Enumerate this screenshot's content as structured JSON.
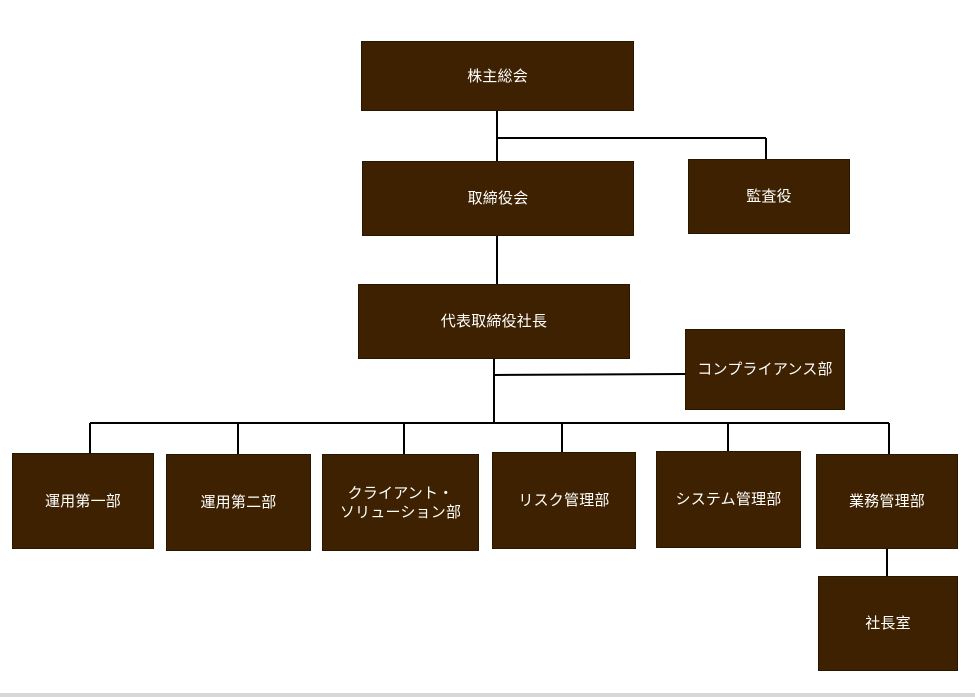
{
  "chart": {
    "nodes": [
      {
        "id": "shareholders",
        "label": "株主総会"
      },
      {
        "id": "board",
        "label": "取締役会"
      },
      {
        "id": "auditor",
        "label": "監査役"
      },
      {
        "id": "president",
        "label": "代表取締役社長"
      },
      {
        "id": "compliance",
        "label": "コンプライアンス部"
      },
      {
        "id": "ops1",
        "label": "運用第一部"
      },
      {
        "id": "ops2",
        "label": "運用第二部"
      },
      {
        "id": "client",
        "label_line1": "クライアント・",
        "label_line2": "ソリューション部"
      },
      {
        "id": "risk",
        "label": "リスク管理部"
      },
      {
        "id": "system",
        "label": "システム管理部"
      },
      {
        "id": "business",
        "label": "業務管理部"
      },
      {
        "id": "presoffice",
        "label": "社長室"
      }
    ]
  },
  "style": {
    "node_color": "#3d2100",
    "line_color": "#000000",
    "text_color": "#ffffff"
  }
}
